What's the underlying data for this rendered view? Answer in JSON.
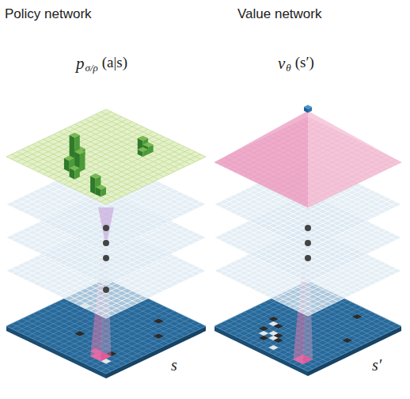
{
  "diagram": {
    "labels": [
      "Policy network",
      "Value network",
      "p",
      "σ/ρ",
      "(a|s)",
      "ν",
      "θ",
      "(s′)",
      "s",
      "s′"
    ]
  }
}
